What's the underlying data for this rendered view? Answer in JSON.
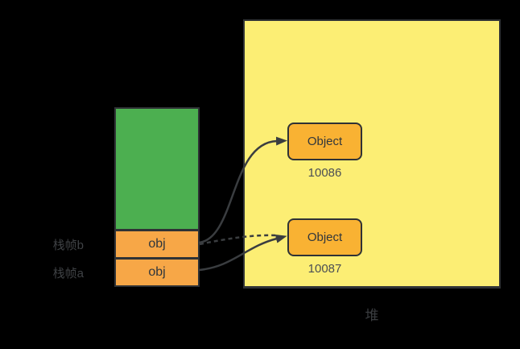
{
  "diagram": {
    "title_hint": "JVM stack frames referencing heap objects",
    "stack": {
      "frames": [
        {
          "label": "栈帧b",
          "var_name": "obj"
        },
        {
          "label": "栈帧a",
          "var_name": "obj"
        }
      ]
    },
    "heap": {
      "caption": "堆",
      "objects": [
        {
          "name": "Object",
          "address": "10086"
        },
        {
          "name": "Object",
          "address": "10087"
        }
      ]
    },
    "edges": [
      {
        "from": "栈帧b.obj",
        "to": "10086",
        "style": "solid"
      },
      {
        "from": "栈帧b.obj",
        "to": "10087",
        "style": "dashed"
      },
      {
        "from": "栈帧a.obj",
        "to": "10087",
        "style": "solid"
      }
    ],
    "colors": {
      "background": "#000000",
      "stack_green": "#4caf50",
      "frame_orange": "#f7a747",
      "heap_yellow": "#fcee74",
      "object_orange": "#f9b233",
      "border_dark": "#2f3235",
      "arrow_dark": "#3a3d40"
    }
  }
}
